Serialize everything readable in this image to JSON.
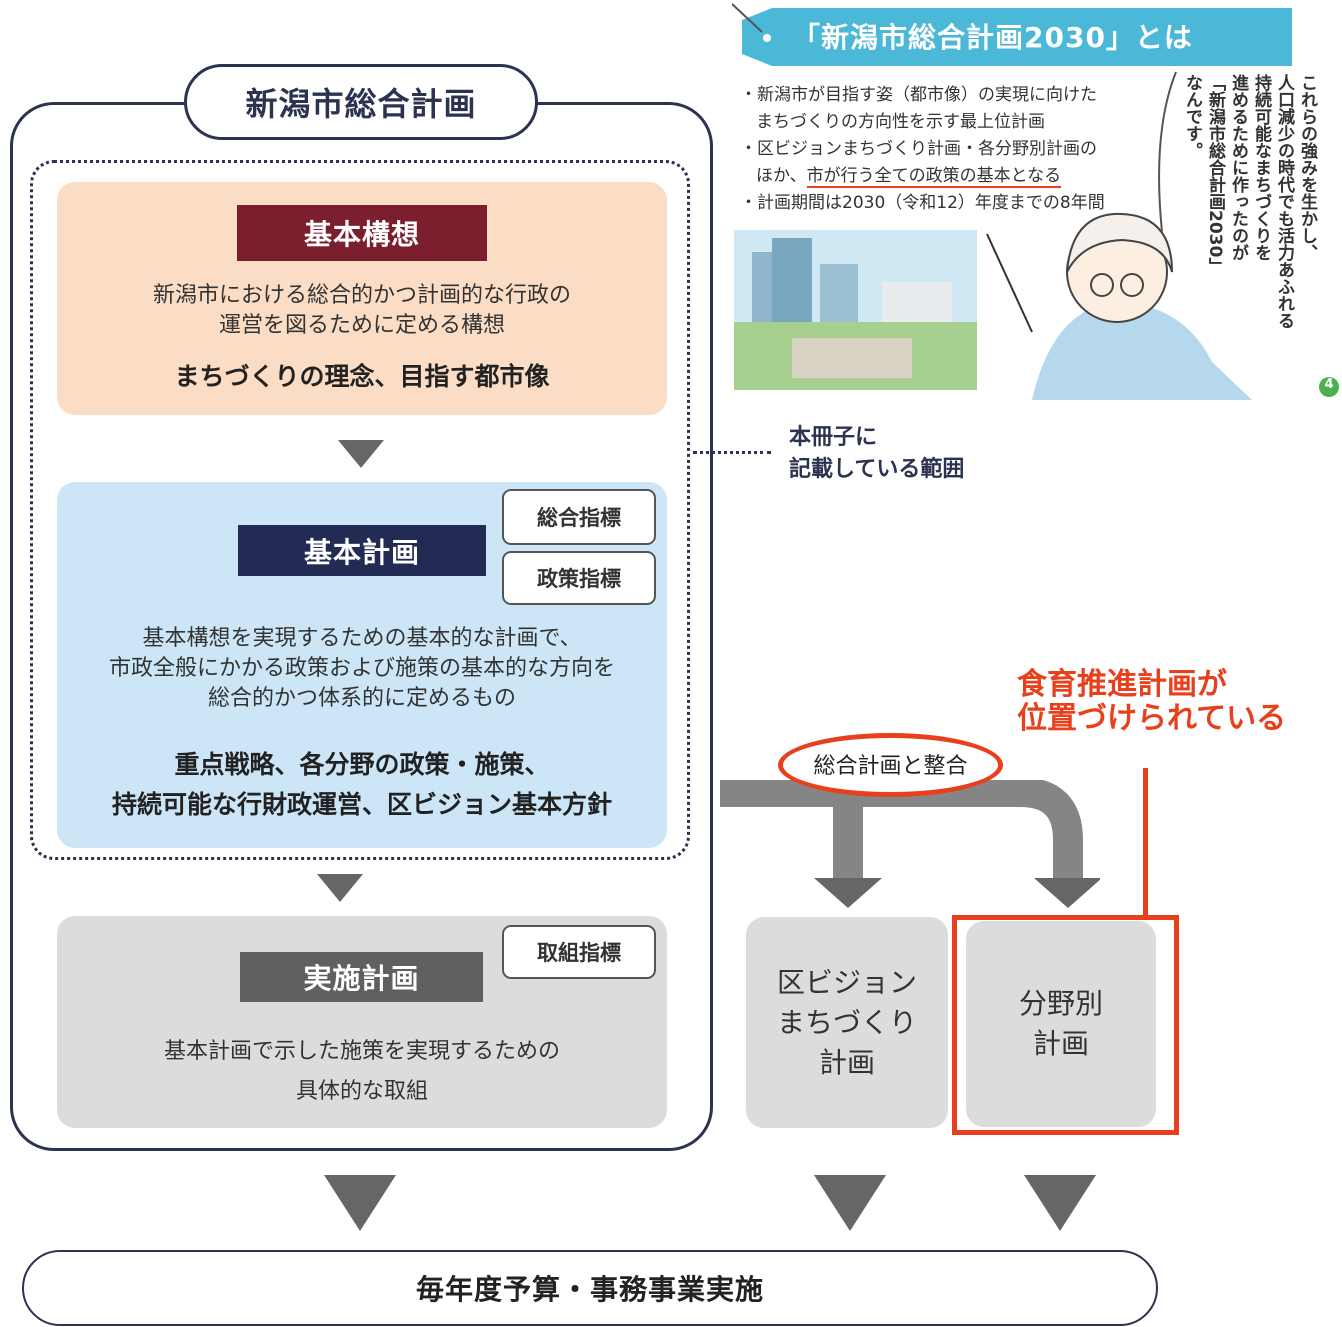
{
  "main": {
    "title": "新潟市総合計画",
    "concept": {
      "label": "基本構想",
      "description_line1": "新潟市における総合的かつ計画的な行政の",
      "description_line2": "運営を図るために定める構想",
      "content": "まちづくりの理念、目指す都市像"
    },
    "basic": {
      "label": "基本計画",
      "indicators": [
        "総合指標",
        "政策指標"
      ],
      "description_line1": "基本構想を実現するための基本的な計画で、",
      "description_line2": "市政全般にかかる政策および施策の基本的な方向を",
      "description_line3": "総合的かつ体系的に定めるもの",
      "content_line1": "重点戦略、各分野の政策・施策、",
      "content_line2": "持続可能な行財政運営、区ビジョン基本方針"
    },
    "implementation": {
      "label": "実施計画",
      "indicator": "取組指標",
      "description_line1": "基本計画で示した施策を実現するための",
      "description_line2": "具体的な取組"
    }
  },
  "range_note": {
    "line1": "本冊子に",
    "line2": "記載している範囲"
  },
  "side": {
    "consistency": "総合計画と整合",
    "ward_plan": {
      "line1": "区ビジョン",
      "line2": "まちづくり",
      "line3": "計画"
    },
    "field_plan": {
      "line1": "分野別",
      "line2": "計画"
    },
    "annotation": {
      "line1": "食育推進計画が",
      "line2": "位置づけられている"
    }
  },
  "budget": "毎年度予算・事務事業実施",
  "inset": {
    "title": "「新潟市総合計画2030」とは",
    "bullet1_line1": "・新潟市が目指す姿（都市像）の実現に向けた",
    "bullet1_line2": "まちづくりの方向性を示す最上位計画",
    "bullet2_line1": "・区ビジョンまちづくり計画・各分野別計画の",
    "bullet2_line2_prefix": "ほか、",
    "bullet2_line2_underlined": "市が行う全ての政策の基本となる",
    "bullet3": "・計画期間は2030（令和12）年度までの8年間",
    "speech_col1": "これらの強みを生かし、",
    "speech_col2": "人口減少の時代でも活力あふれる",
    "speech_col3": "持続可能なまちづくりを",
    "speech_col4": "進めるために作ったのが",
    "speech_col5": "「新潟市総合計画2030」",
    "speech_col6": "なんです。",
    "page_number": "4"
  },
  "colors": {
    "navy": "#2b3350",
    "concept_label": "#7b1e2e",
    "basic_label": "#232b55",
    "impl_label": "#606060",
    "concept_bg": "#fbdcc4",
    "basic_bg": "#cce6f7",
    "gray_bg": "#dcdcdc",
    "accent_red": "#e8401c",
    "inset_teal": "#4bb8d8"
  }
}
